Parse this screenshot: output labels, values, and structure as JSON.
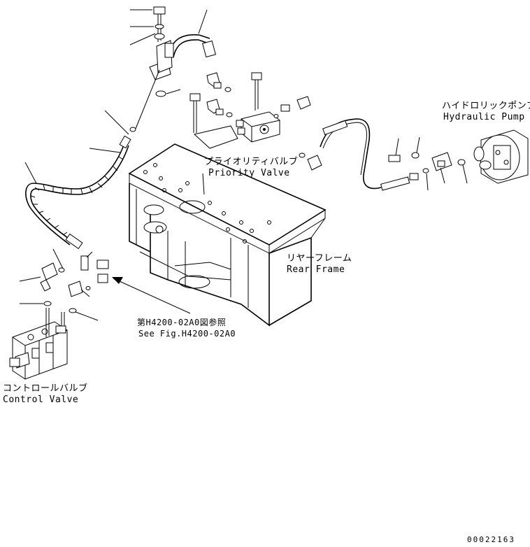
{
  "labels": {
    "hydraulic_pump_jp": "ハイドロリックポンプ",
    "hydraulic_pump_en": "Hydraulic Pump",
    "priority_valve_jp": "プライオリティバルブ",
    "priority_valve_en": "Priority Valve",
    "rear_frame_jp": "リヤーフレーム",
    "rear_frame_en": "Rear Frame",
    "see_fig_jp": "第H4200-02A0図参照",
    "see_fig_en": "See Fig.H4200-02A0",
    "control_valve_jp": "コントロールバルブ",
    "control_valve_en": "Control Valve"
  },
  "drawing_number": "00022163"
}
